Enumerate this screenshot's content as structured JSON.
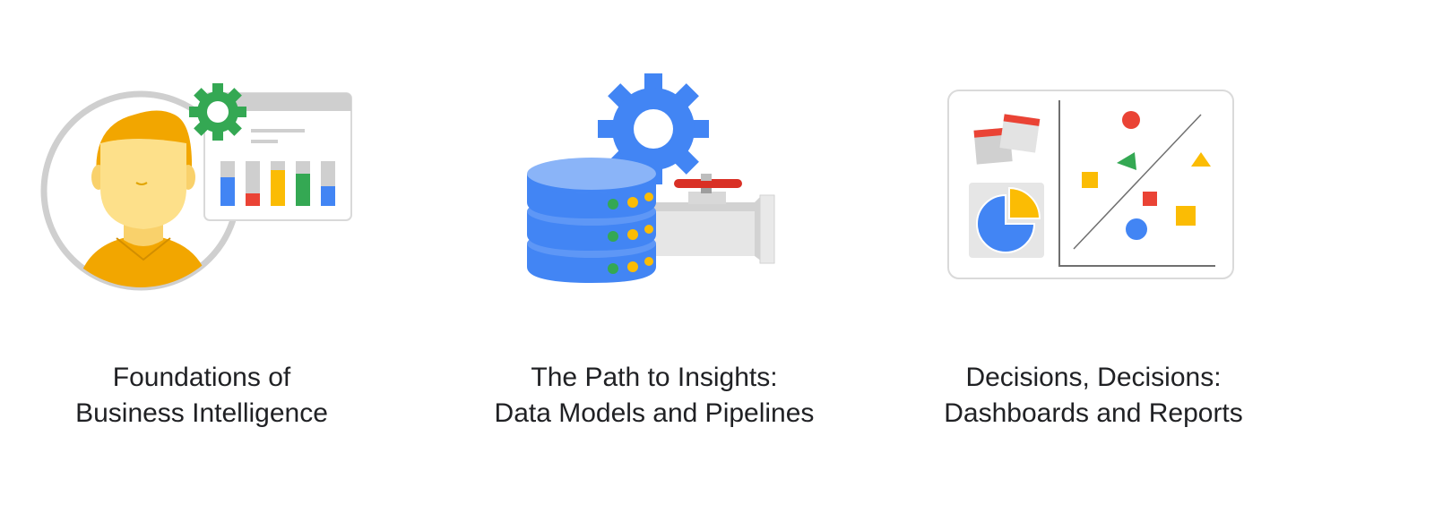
{
  "courses": [
    {
      "title_line_1": "Foundations of",
      "title_line_2": "Business Intelligence",
      "icon": "person-dashboard-gear-icon"
    },
    {
      "title_line_1": "The Path to Insights:",
      "title_line_2": "Data Models and Pipelines",
      "icon": "database-pipeline-gear-icon"
    },
    {
      "title_line_1": "Decisions, Decisions:",
      "title_line_2": "Dashboards and Reports",
      "icon": "dashboard-scatter-pie-icon"
    }
  ],
  "colors": {
    "blue": "#4285F4",
    "red": "#EA4335",
    "yellow": "#FBBC04",
    "green": "#34A853",
    "orange": "#F2A600",
    "gray": "#CCCCCC",
    "text": "#202124"
  }
}
